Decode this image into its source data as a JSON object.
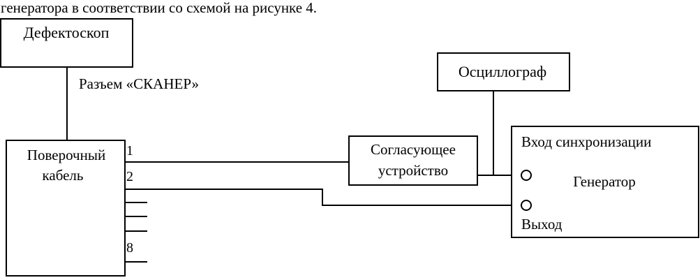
{
  "intro_text": "генератора в соответствии со схемой на рисунке 4.",
  "nodes": {
    "defectoscope": "Дефектоскоп",
    "oscillograph": "Осциллограф",
    "test_cable": [
      "Поверочный",
      "кабель"
    ],
    "matching_device": [
      "Согласующее",
      "устройство"
    ],
    "generator": "Генератор"
  },
  "connector_label": "Разъем «СКАНЕР»",
  "pins": {
    "pin1": "1",
    "pin2": "2",
    "pin8": "8"
  },
  "ports": {
    "sync_input": "Вход синхронизации",
    "output": "Выход"
  }
}
